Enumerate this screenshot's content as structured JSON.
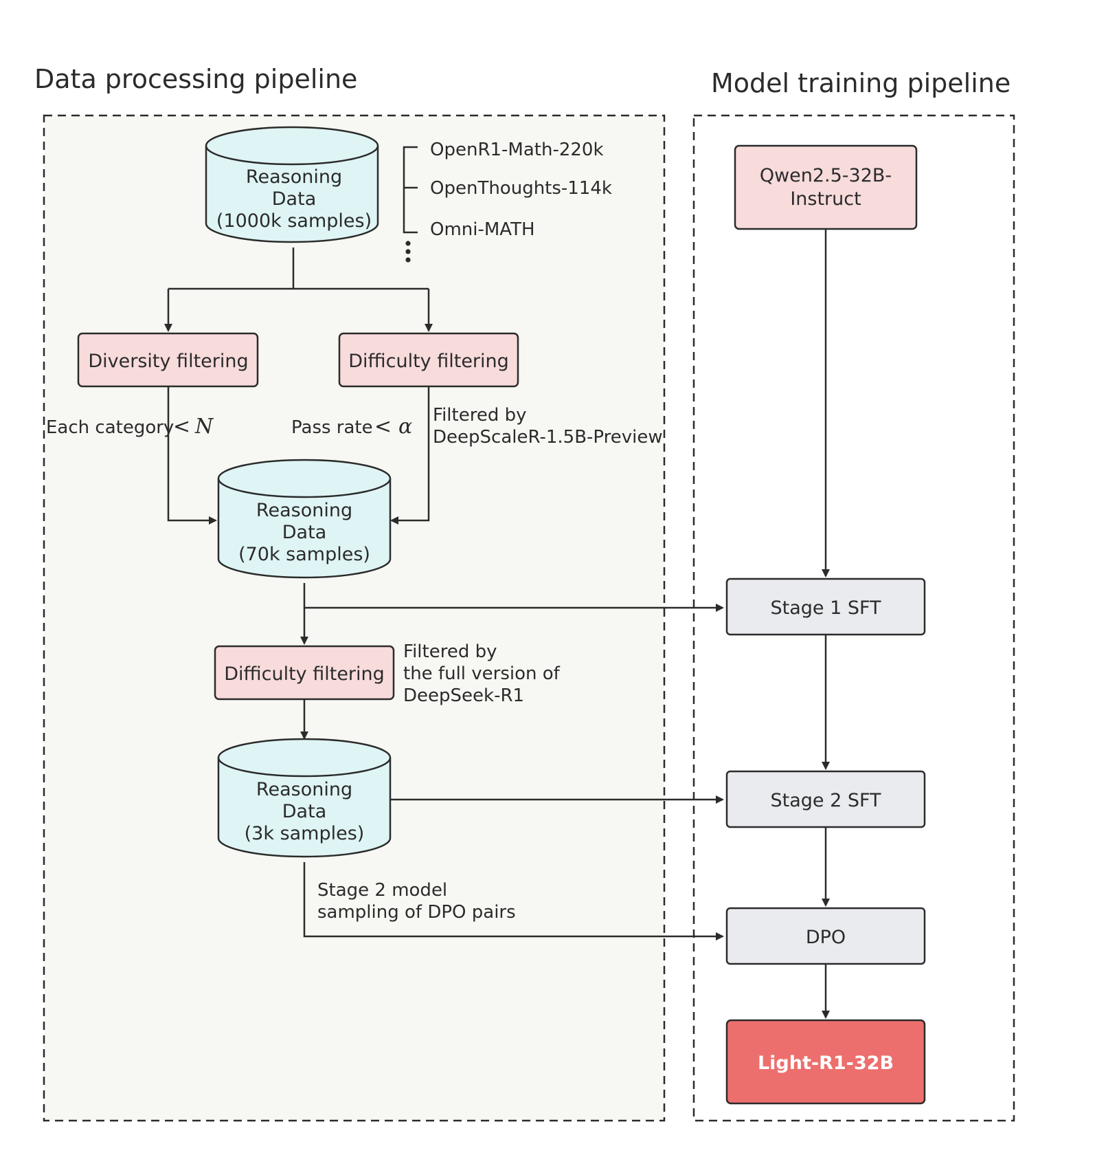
{
  "titles": {
    "left": "Data processing pipeline",
    "right": "Model training pipeline"
  },
  "data_nodes": {
    "db1": [
      "Reasoning",
      "Data",
      "(1000k samples)"
    ],
    "db2": [
      "Reasoning",
      "Data",
      "(70k samples)"
    ],
    "db3": [
      "Reasoning",
      "Data",
      "(3k samples)"
    ]
  },
  "sources": [
    "OpenR1-Math-220k",
    "OpenThoughts-114k",
    "Omni-MATH"
  ],
  "filters": {
    "diversity": "Diversity filtering",
    "difficulty1": "Difficulty filtering",
    "difficulty2": "Difficulty filtering"
  },
  "conditions": {
    "each_category": "Each category",
    "each_symbol": "N",
    "pass_rate": "Pass  rate",
    "pass_symbol": "α",
    "less_than": "<"
  },
  "notes": {
    "filtered1": [
      "Filtered by",
      "DeepScaleR-1.5B-Preview"
    ],
    "filtered2": [
      "Filtered by",
      "the full version of",
      "DeepSeek-R1"
    ],
    "dpo_sampling": [
      "Stage 2 model",
      "sampling of DPO pairs"
    ]
  },
  "training": {
    "base": [
      "Qwen2.5-32B-",
      "Instruct"
    ],
    "stage1": "Stage 1 SFT",
    "stage2": "Stage 2 SFT",
    "dpo": "DPO",
    "final": "Light-R1-32B"
  },
  "colors": {
    "database_fill": "#dff4f5",
    "filter_fill": "#f8dbdb",
    "stage_fill": "#e9ebef",
    "final_fill": "#ec6f6d",
    "panel_fill": "#f7f7f3",
    "stroke": "#2b2b2b"
  }
}
